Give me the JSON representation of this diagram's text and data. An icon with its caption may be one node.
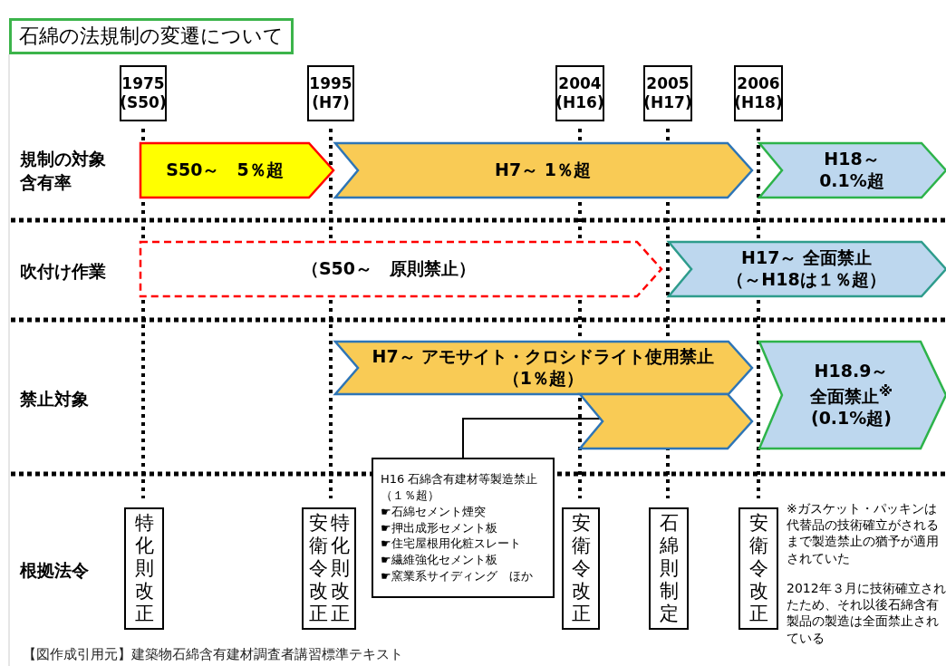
{
  "diagram": {
    "title": "石綿の法規制の変遷について",
    "caption": "【図作成引用元】建築物石綿含有建材調査者講習標準テキスト",
    "nodes": [
      {
        "text": [
          "1975",
          "(S50)"
        ]
      },
      {
        "text": [
          "1995",
          "(H7)"
        ]
      },
      {
        "text": [
          "2004",
          "(H16)"
        ]
      },
      {
        "text": [
          "2005",
          "(H17)"
        ]
      },
      {
        "text": [
          "2006",
          "(H18)"
        ]
      },
      {
        "text": [
          "S50～　5％超"
        ]
      },
      {
        "text": [
          "H7～ 1％超"
        ]
      },
      {
        "text": [
          "H18～",
          "0.1%超"
        ]
      },
      {
        "text": [
          "（S50～　原則禁止）"
        ]
      },
      {
        "text": [
          "H17～ 全面禁止",
          "（～H18は１％超）"
        ]
      },
      {
        "text": [
          "H7～ アモサイト・クロシドライト使用禁止",
          "（1％超）"
        ]
      },
      {
        "text": [],
        "shape": "chevron"
      },
      {
        "text": [
          "H18.9～",
          "全面禁止$^{※}$",
          "(0.1%超)"
        ]
      },
      {
        "text": [
          "H16 石綿含有建材等製造禁止（１％超）",
          "☛石綿セメント煙突",
          "☛押出成形セメント板",
          "☛住宅屋根用化粧スレート",
          "☛繊維強化セメント板",
          "☛窯業系サイディング　ほか"
        ]
      },
      {
        "text": [
          "特化則改正"
        ]
      },
      {
        "text": [
          "安衛令改正",
          "特化則改正"
        ]
      },
      {
        "text": [
          "安衛令改正"
        ]
      },
      {
        "text": [
          "石綿則制定"
        ]
      },
      {
        "text": [
          "安衛令改正"
        ]
      }
    ],
    "edges": [
      {
        "from": 13,
        "to": 11,
        "arrow": "none"
      }
    ],
    "labels": [
      "規制の対象含有率",
      "吹付け作業",
      "禁止対象",
      "根拠法令",
      "※ガスケット・パッキンは代替品の技術確立がされるまで製造禁止の猶予が適用されていた",
      "2012年３月に技術確立されたため、それ以後石綿含有製品の製造は全面禁止されている"
    ]
  }
}
